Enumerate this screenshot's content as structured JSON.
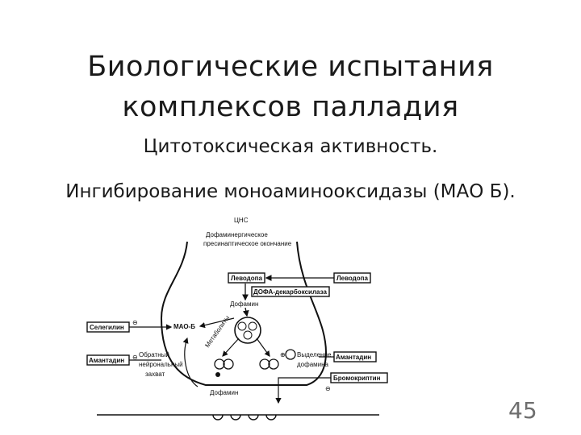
{
  "slide": {
    "title_line1": "Биологические испытания",
    "title_line2": "комплексов палладия",
    "subtitle_line1": "Цитотоксическая активность.",
    "subtitle_line2": "Ингибирование моноаминооксидазы (МАО Б).",
    "page_number": "45"
  },
  "scheme": {
    "cns": "ЦНС",
    "terminal_line1": "Дофаминергическое",
    "terminal_line2": "пресинаптическое окончание",
    "levodopa_in": "Леводопа",
    "levodopa_out": "Леводопа",
    "dopa_decarboxylase": "ДОФА-декарбоксилаза",
    "dopamine_inner": "Дофамин",
    "mao_b": "МАО-Б",
    "metabolites": "Метаболиты",
    "selegiline": "Селегилин",
    "amantadine_left": "Амантадин",
    "reuptake_line1": "Обратный",
    "reuptake_line2": "нейрональный",
    "reuptake_line3": "захват",
    "release_line1": "Выделение",
    "release_line2": "дофамина",
    "amantadine_right": "Амантадин",
    "bromocriptine": "Бромокриптин",
    "dopamine_cleft": "Дофамин",
    "minus_sign": "⊖",
    "plus_sign": "⊕"
  }
}
